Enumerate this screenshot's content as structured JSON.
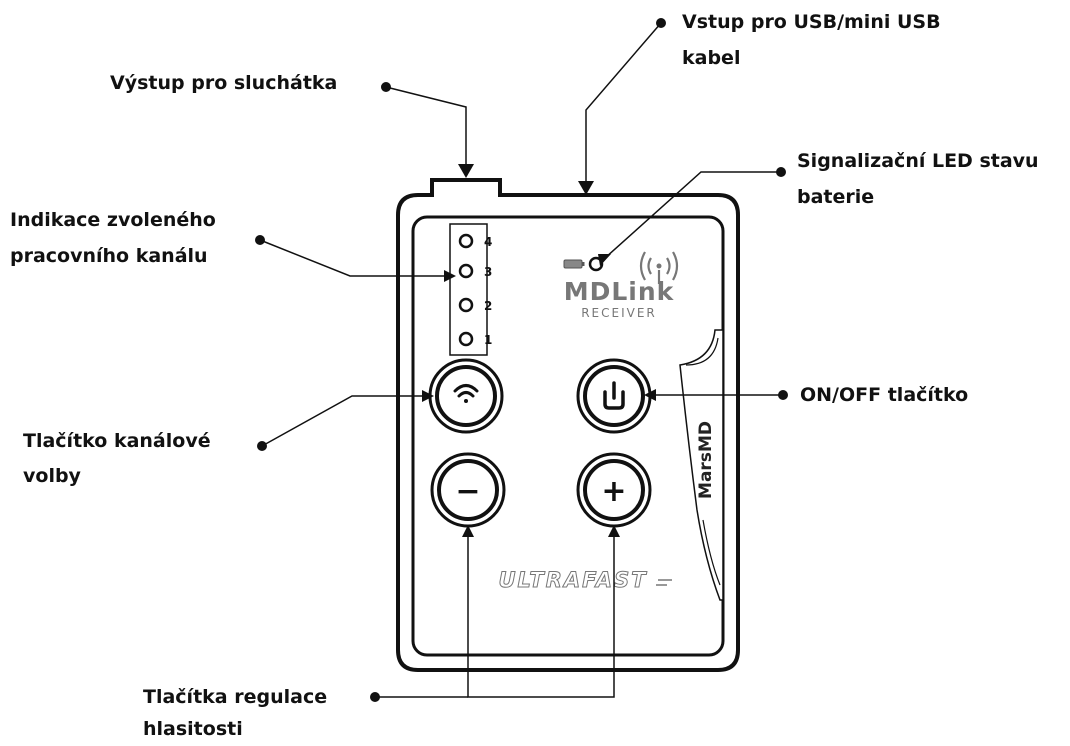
{
  "callouts": {
    "headphone_output": "Výstup pro sluchátka",
    "usb_input_line1": "Vstup pro USB/mini USB",
    "usb_input_line2": "kabel",
    "battery_led_line1": "Signalizační LED stavu",
    "battery_led_line2": "baterie",
    "channel_indicator_line1": "Indikace zvoleného",
    "channel_indicator_line2": "pracovního kanálu",
    "onoff_button": "ON/OFF tlačítko",
    "channel_button_line1": "Tlačítko kanálové",
    "channel_button_line2": "volby",
    "volume_buttons_line1": "Tlačítka regulace",
    "volume_buttons_line2": "hlasitosti"
  },
  "device": {
    "channels": [
      "4",
      "3",
      "2",
      "1"
    ],
    "logo_main": "MDLink",
    "logo_sub": "RECEIVER",
    "brand_side": "MarsMD",
    "model": "ULTRAFAST",
    "minus_symbol": "−",
    "plus_symbol": "+"
  },
  "colors": {
    "line": "#111111",
    "background": "#ffffff",
    "logo": "#777777"
  }
}
